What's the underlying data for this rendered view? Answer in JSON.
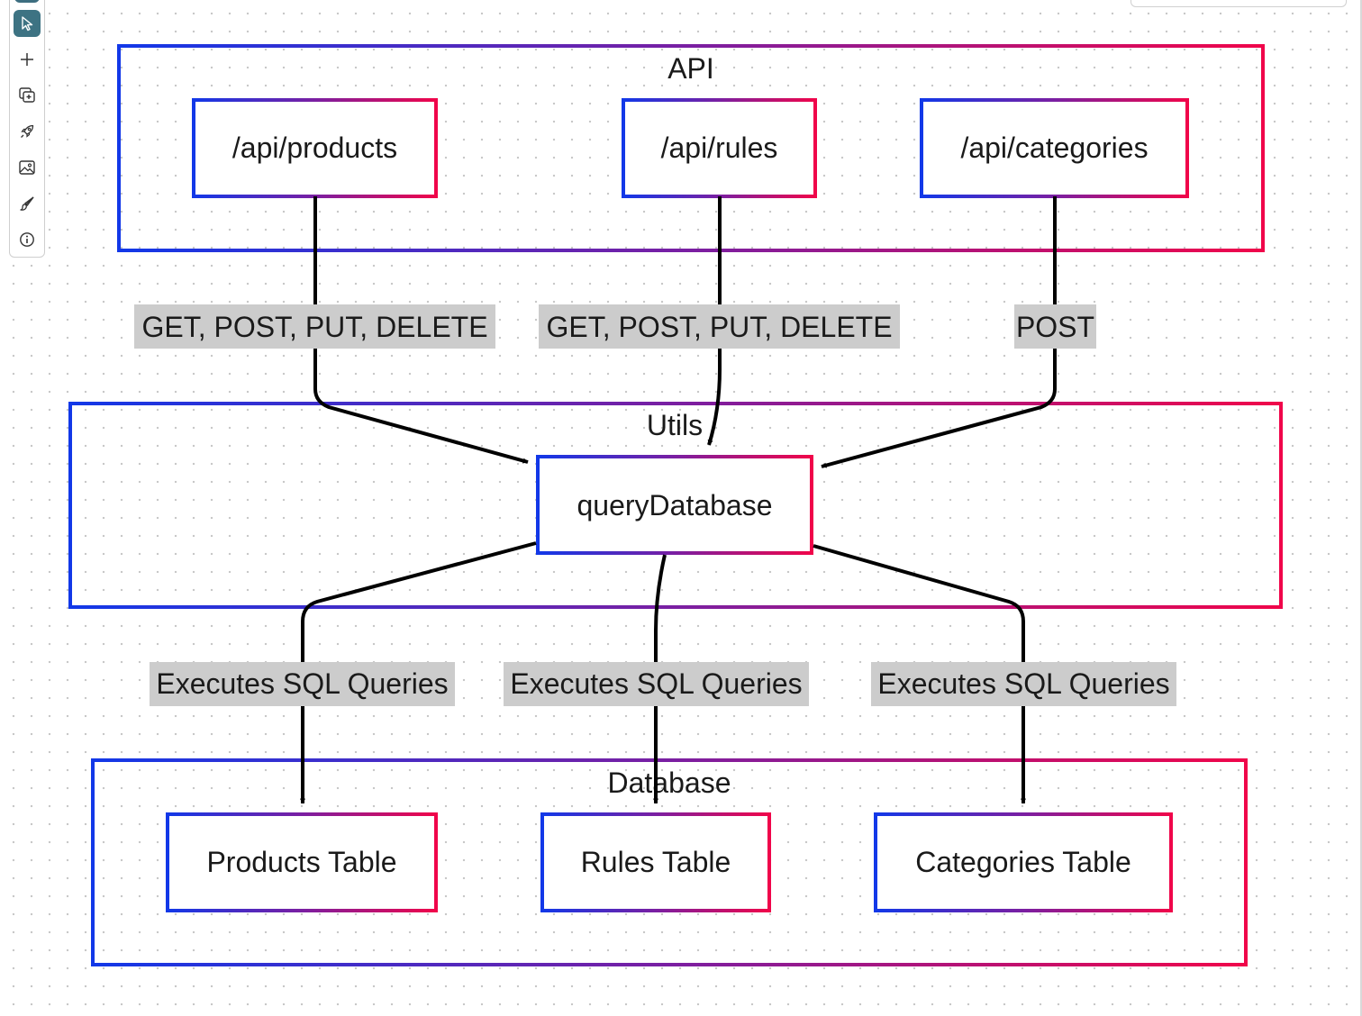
{
  "toolbar": {
    "tools": [
      {
        "name": "select",
        "icon": "cursor-icon",
        "active": true
      },
      {
        "name": "add",
        "icon": "plus-icon",
        "active": false
      },
      {
        "name": "add-frame",
        "icon": "add-frame-icon",
        "active": false
      },
      {
        "name": "launch",
        "icon": "rocket-icon",
        "active": false
      },
      {
        "name": "image",
        "icon": "image-icon",
        "active": false
      },
      {
        "name": "brush",
        "icon": "brush-icon",
        "active": false
      },
      {
        "name": "info",
        "icon": "info-icon",
        "active": false
      }
    ]
  },
  "colors": {
    "gradient_start": "#1238e8",
    "gradient_end": "#f0054a",
    "edge": "#000000",
    "edge_label_bg": "#cccccc",
    "tool_active": "#3d7383"
  },
  "diagram": {
    "groups": {
      "api": "API",
      "utils": "Utils",
      "database": "Database"
    },
    "nodes": {
      "api_products": "/api/products",
      "api_rules": "/api/rules",
      "api_categories": "/api/categories",
      "query_database": "queryDatabase",
      "products_table": "Products Table",
      "rules_table": "Rules Table",
      "categories_table": "Categories Table"
    },
    "edges": [
      {
        "from": "/api/products",
        "to": "queryDatabase",
        "label": "GET, POST, PUT, DELETE"
      },
      {
        "from": "/api/rules",
        "to": "queryDatabase",
        "label": "GET, POST, PUT, DELETE"
      },
      {
        "from": "/api/categories",
        "to": "queryDatabase",
        "label": "POST"
      },
      {
        "from": "queryDatabase",
        "to": "Products Table",
        "label": "Executes SQL Queries"
      },
      {
        "from": "queryDatabase",
        "to": "Rules Table",
        "label": "Executes SQL Queries"
      },
      {
        "from": "queryDatabase",
        "to": "Categories Table",
        "label": "Executes SQL Queries"
      }
    ]
  }
}
